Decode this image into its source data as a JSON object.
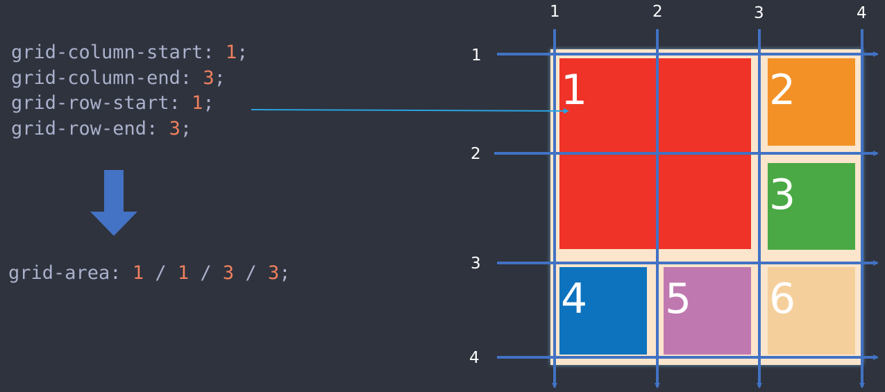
{
  "code": {
    "lines": [
      {
        "prop": "grid-column-start: ",
        "value": "1",
        "end": ";"
      },
      {
        "prop": "grid-column-end: ",
        "value": "3",
        "end": ";"
      },
      {
        "prop": "grid-row-start: ",
        "value": "1",
        "end": ";"
      },
      {
        "prop": "grid-row-end: ",
        "value": "3",
        "end": ";"
      }
    ],
    "shorthand": {
      "prop": "grid-area: ",
      "v1": "1",
      "s1": " / ",
      "v2": "1",
      "s2": " / ",
      "v3": "3",
      "s3": " / ",
      "v4": "3",
      "end": ";"
    }
  },
  "grid": {
    "column_lines": [
      "1",
      "2",
      "3",
      "4"
    ],
    "row_lines": [
      "1",
      "2",
      "3",
      "4"
    ],
    "items": [
      {
        "label": "1",
        "color": "#ef3328"
      },
      {
        "label": "2",
        "color": "#f39126"
      },
      {
        "label": "3",
        "color": "#4aa944"
      },
      {
        "label": "4",
        "color": "#0e73be"
      },
      {
        "label": "5",
        "color": "#bf78b0"
      },
      {
        "label": "6",
        "color": "#f5cf9b"
      }
    ],
    "container_color": "#fbe5cc",
    "line_color": "#4172c4"
  },
  "colors": {
    "background": "#2f333d",
    "code_text": "#aab1cc",
    "code_number": "#f0805f",
    "pointer": "#2aa3e0",
    "arrow": "#4472c4"
  }
}
